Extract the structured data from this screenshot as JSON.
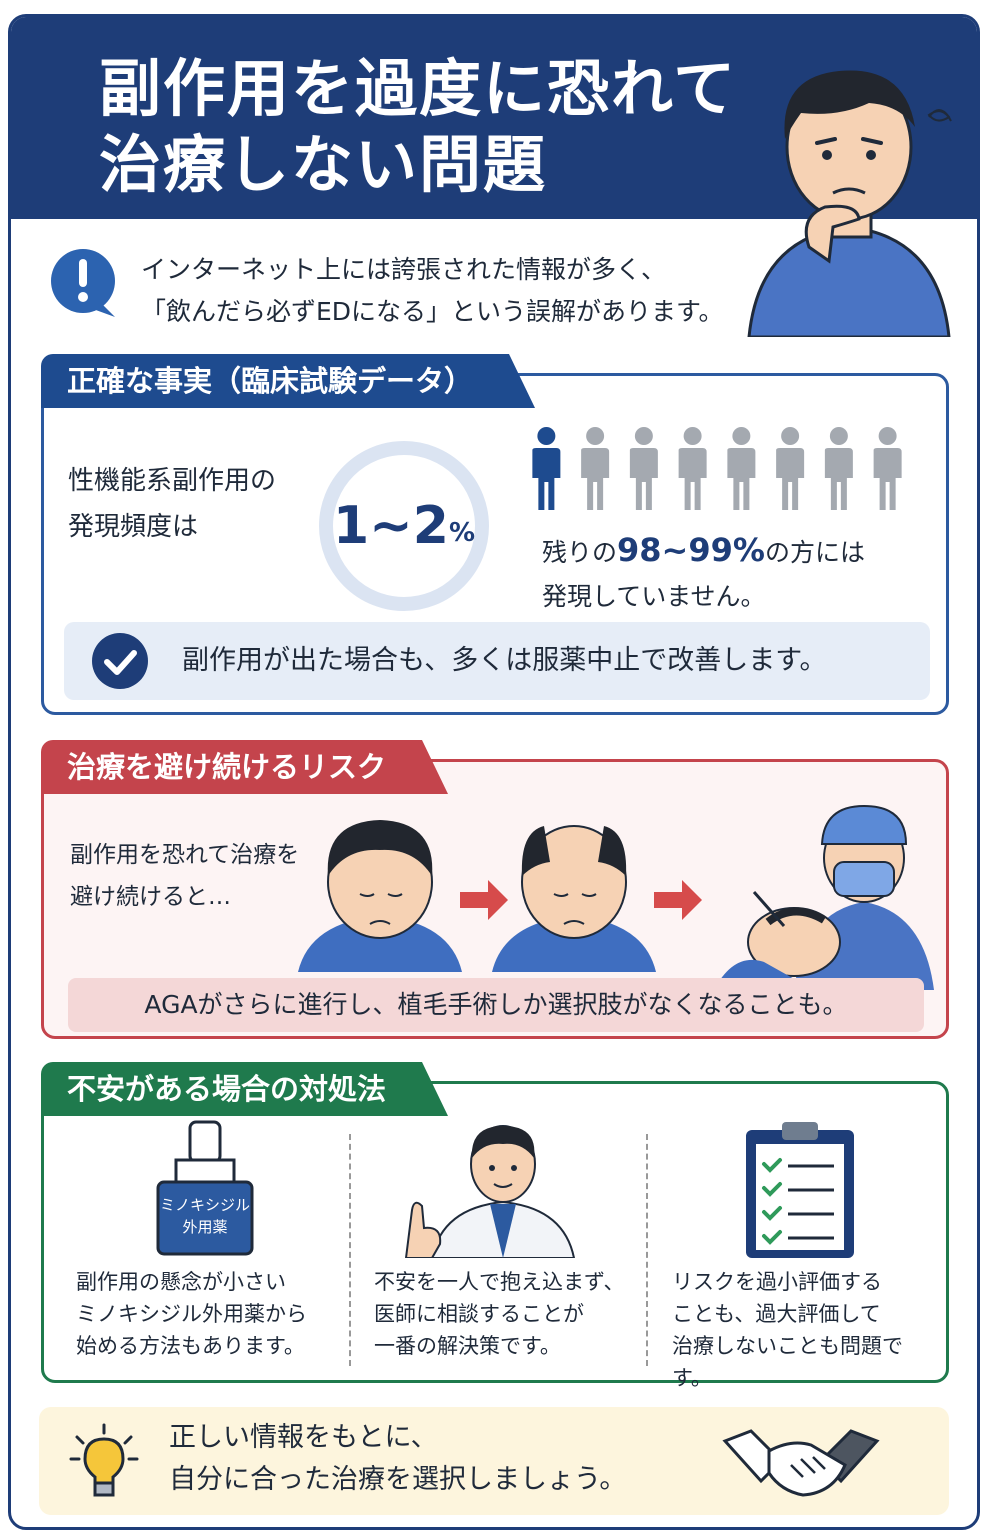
{
  "header": {
    "title_line1": "副作用を過度に恐れて",
    "title_line2": "治療しない問題"
  },
  "intro": {
    "line1": "インターネット上には誇張された情報が多く、",
    "line2": "「飲んだら必ずEDになる」という誤解があります。"
  },
  "facts": {
    "tab": "正確な事実（臨床試験データ）",
    "left_line1": "性機能系副作用の",
    "left_line2": "発現頻度は",
    "percent_value": "1~2",
    "percent_unit": "%",
    "people_total": 8,
    "people_affected": 1,
    "right_pre": "残りの",
    "right_highlight": "98~99%",
    "right_post": "の方には",
    "right_line2": "発現していません。",
    "note": "副作用が出た場合も、多くは服薬中止で改善します。"
  },
  "risk": {
    "tab": "治療を避け続けるリスク",
    "left_line1": "副作用を恐れて治療を",
    "left_line2": "避け続けると…",
    "note": "AGAがさらに進行し、植毛手術しか選択肢がなくなることも。"
  },
  "coping": {
    "tab": "不安がある場合の対処法",
    "bottle_label_line1": "ミノキシジル",
    "bottle_label_line2": "外用薬",
    "items": [
      {
        "line1": "副作用の懸念が小さい",
        "line2": "ミノキシジル外用薬から",
        "line3": "始める方法もあります。"
      },
      {
        "line1": "不安を一人で抱え込まず、",
        "line2": "医師に相談することが",
        "line3": "一番の解決策です。"
      },
      {
        "line1": "リスクを過小評価する",
        "line2": "ことも、過大評価して",
        "line3": "治療しないことも問題です。"
      }
    ]
  },
  "bottom": {
    "line1": "正しい情報をもとに、",
    "line2": "自分に合った治療を選択しましょう。"
  },
  "colors": {
    "navy": "#1e3d78",
    "blue": "#2c5aa0",
    "red": "#c4444c",
    "green": "#1f7a4d",
    "yellow_bg": "#fdf5dd"
  }
}
